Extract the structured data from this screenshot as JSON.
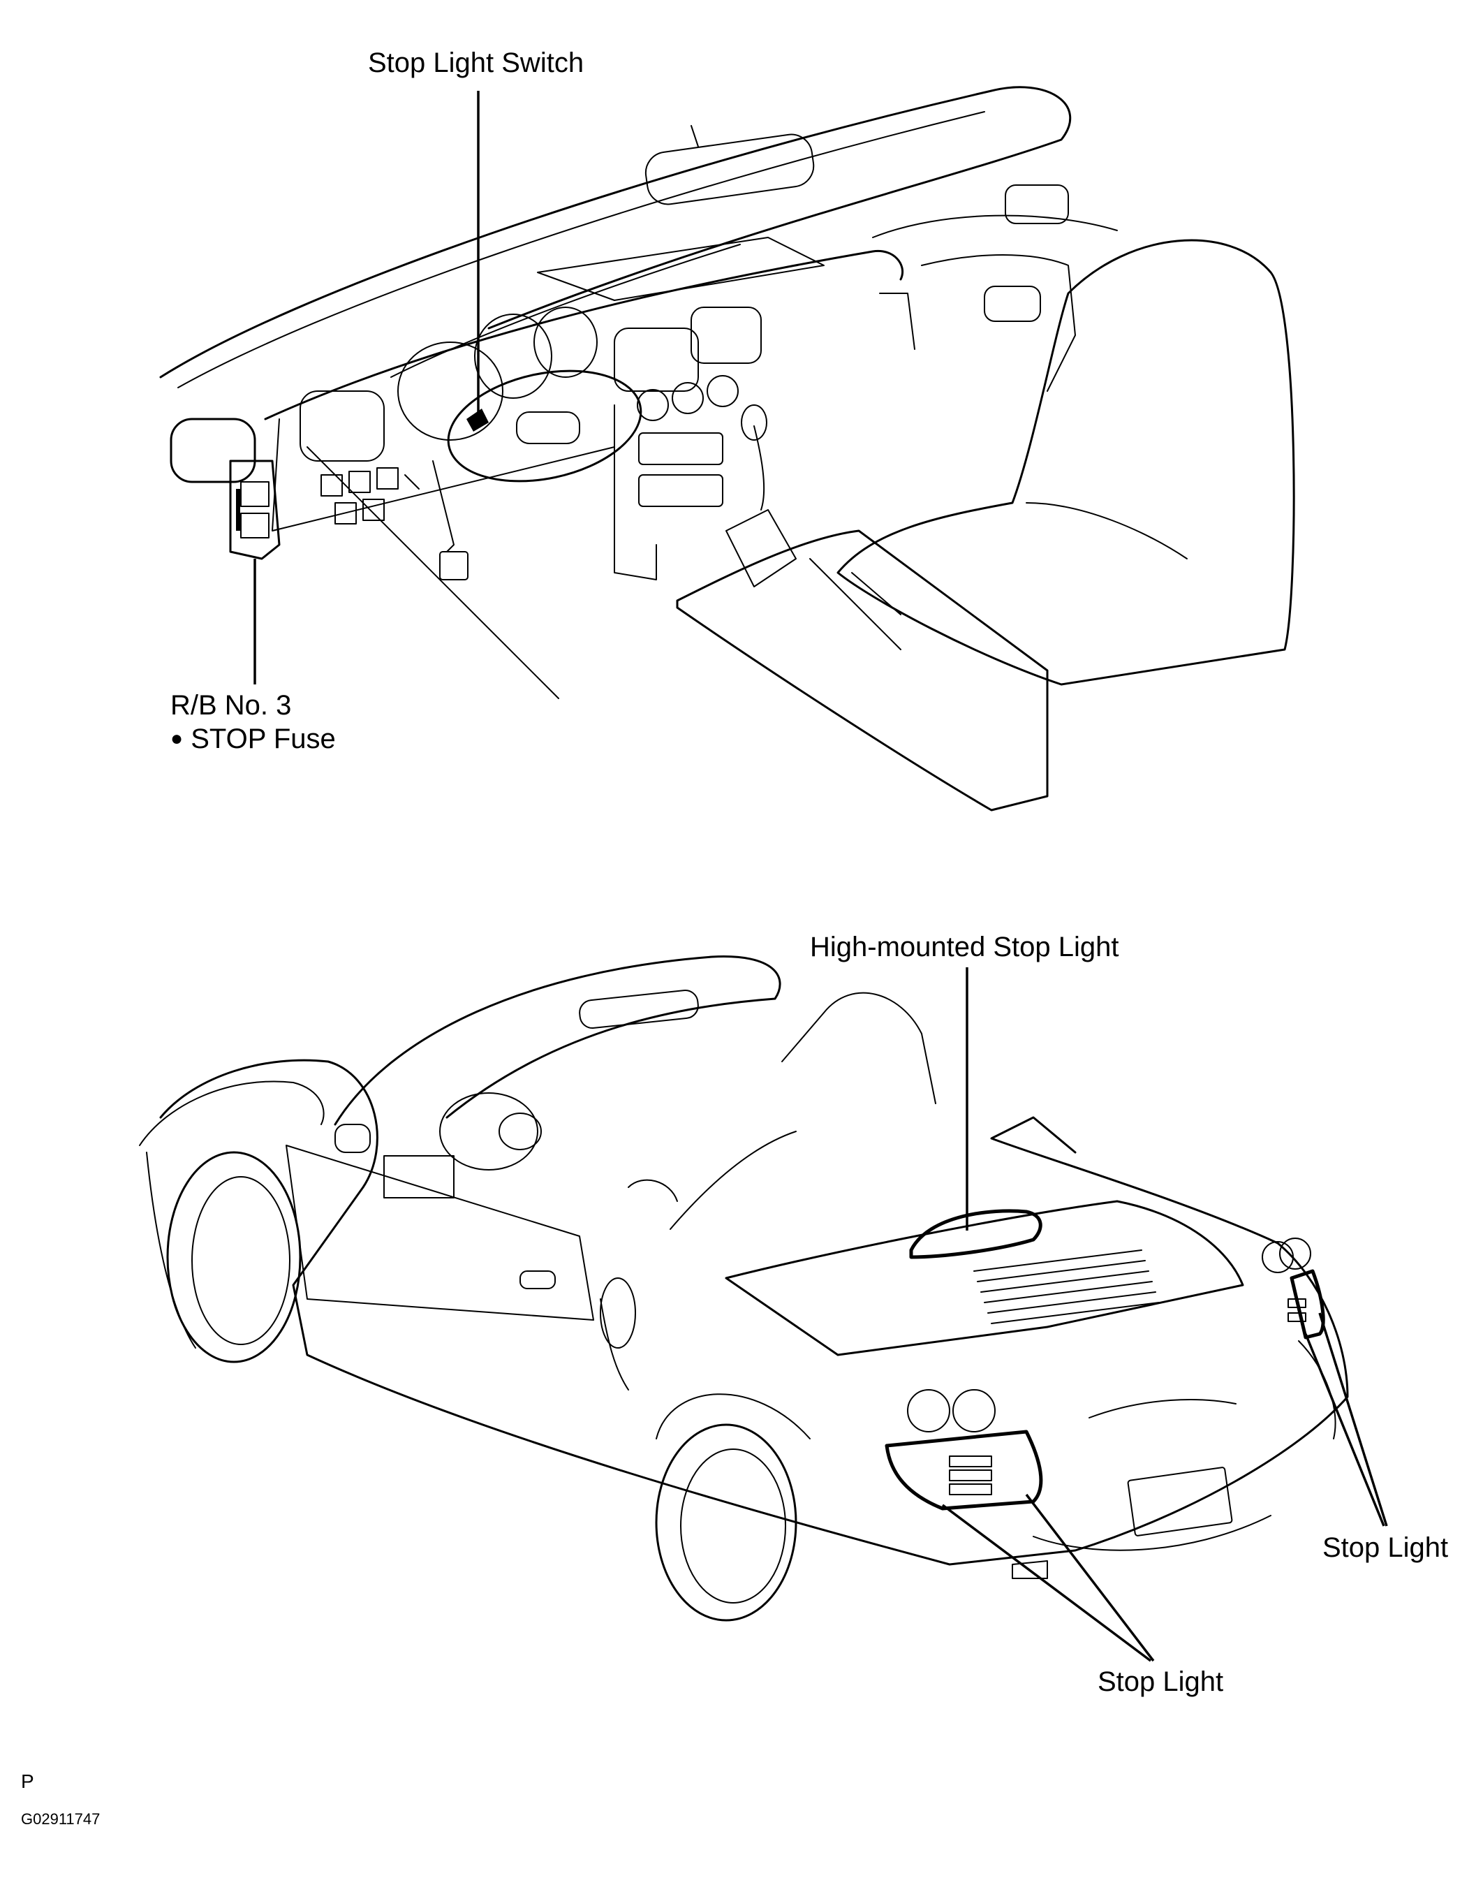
{
  "labels": {
    "stop_light_switch": "Stop Light Switch",
    "rb_no3": "R/B No. 3",
    "stop_fuse": "STOP Fuse",
    "bullet": "●",
    "high_mounted_stop_light": "High-mounted Stop Light",
    "stop_light_right": "Stop Light",
    "stop_light_bottom": "Stop Light"
  },
  "footer": {
    "page_letter": "P",
    "figure_code": "G02911747"
  }
}
